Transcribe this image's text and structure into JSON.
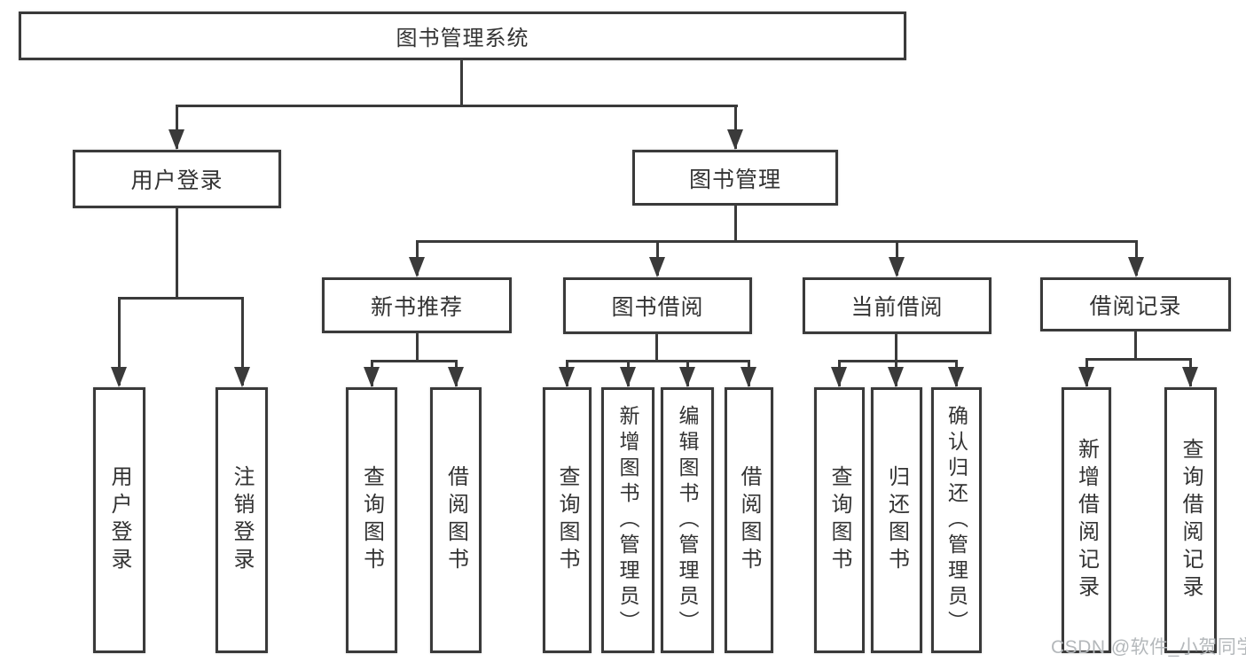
{
  "nodes": {
    "root": {
      "label": "图书管理系统"
    },
    "user_login": {
      "label": "用户登录"
    },
    "book_mgmt": {
      "label": "图书管理"
    },
    "new_book_rec": {
      "label": "新书推荐"
    },
    "book_borrow": {
      "label": "图书借阅"
    },
    "current_borrow": {
      "label": "当前借阅"
    },
    "borrow_record": {
      "label": "借阅记录"
    },
    "leaf_user_login": {
      "label": "用户登录"
    },
    "leaf_logout": {
      "label": "注销登录"
    },
    "leaf_query_book_new": {
      "label": "查询图书"
    },
    "leaf_borrow_book_new": {
      "label": "借阅图书"
    },
    "leaf_query_book_borrow": {
      "label": "查询图书"
    },
    "leaf_add_book": {
      "label": "新增图书（管理员）"
    },
    "leaf_edit_book": {
      "label": "编辑图书（管理员）"
    },
    "leaf_borrow_book": {
      "label": "借阅图书"
    },
    "leaf_query_book_current": {
      "label": "查询图书"
    },
    "leaf_return_book": {
      "label": "归还图书"
    },
    "leaf_confirm_return": {
      "label": "确认归还（管理员）"
    },
    "leaf_add_record": {
      "label": "新增借阅记录"
    },
    "leaf_query_record": {
      "label": "查询借阅记录"
    }
  },
  "watermark": {
    "text": "CSDN @软件_小贺同学"
  },
  "colors": {
    "line": "#3a3a3a",
    "text": "#333333",
    "watermark": "#b4b8bb",
    "background": "#ffffff"
  }
}
